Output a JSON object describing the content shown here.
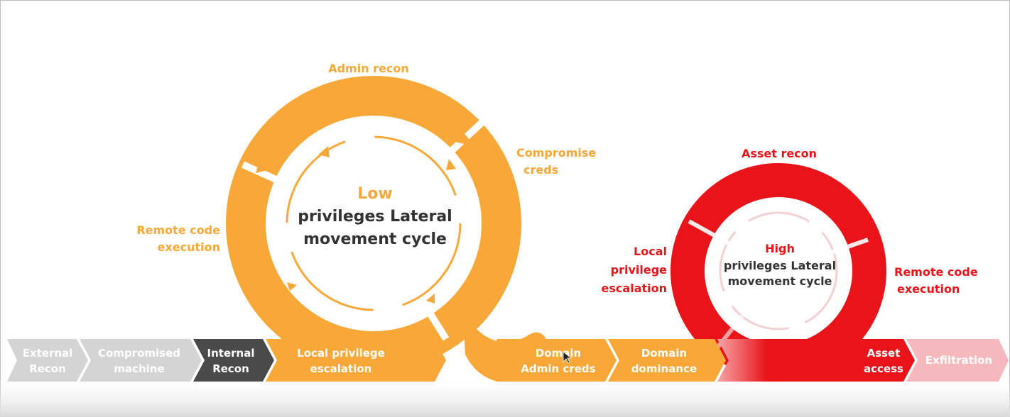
{
  "low_cycle": {
    "title_line1": "Low",
    "title_line2": "privileges Lateral",
    "title_line3": "movement cycle",
    "steps": {
      "admin_recon": "Admin recon",
      "compromise_creds_1": "Compromise",
      "compromise_creds_2": "creds",
      "remote_code_1": "Remote code",
      "remote_code_2": "execution"
    },
    "color": "#f7a838"
  },
  "high_cycle": {
    "title_line1": "High",
    "title_line2": "privileges Lateral",
    "title_line3": "movement cycle",
    "steps": {
      "asset_recon": "Asset recon",
      "local_priv_1": "Local",
      "local_priv_2": "privilege",
      "local_priv_3": "escalation",
      "remote_code_1": "Remote code",
      "remote_code_2": "execution"
    },
    "color": "#e8141a"
  },
  "pipeline": {
    "external_recon_1": "External",
    "external_recon_2": "Recon",
    "compromised_machine_1": "Compromised",
    "compromised_machine_2": "machine",
    "internal_recon_1": "Internal",
    "internal_recon_2": "Recon",
    "local_priv_esc_1": "Local privilege",
    "local_priv_esc_2": "escalation",
    "domain_admin_creds_1": "Domain",
    "domain_admin_creds_2": "Admin creds",
    "domain_dominance_1": "Domain",
    "domain_dominance_2": "dominance",
    "asset_access_1": "Asset",
    "asset_access_2": "access",
    "exfiltration": "Exfiltration"
  },
  "colors": {
    "gray_light": "#cfcfcf",
    "gray_dark": "#4a4a4a",
    "orange": "#f7a838",
    "red": "#e8141a",
    "pink": "#f5b9bd"
  }
}
